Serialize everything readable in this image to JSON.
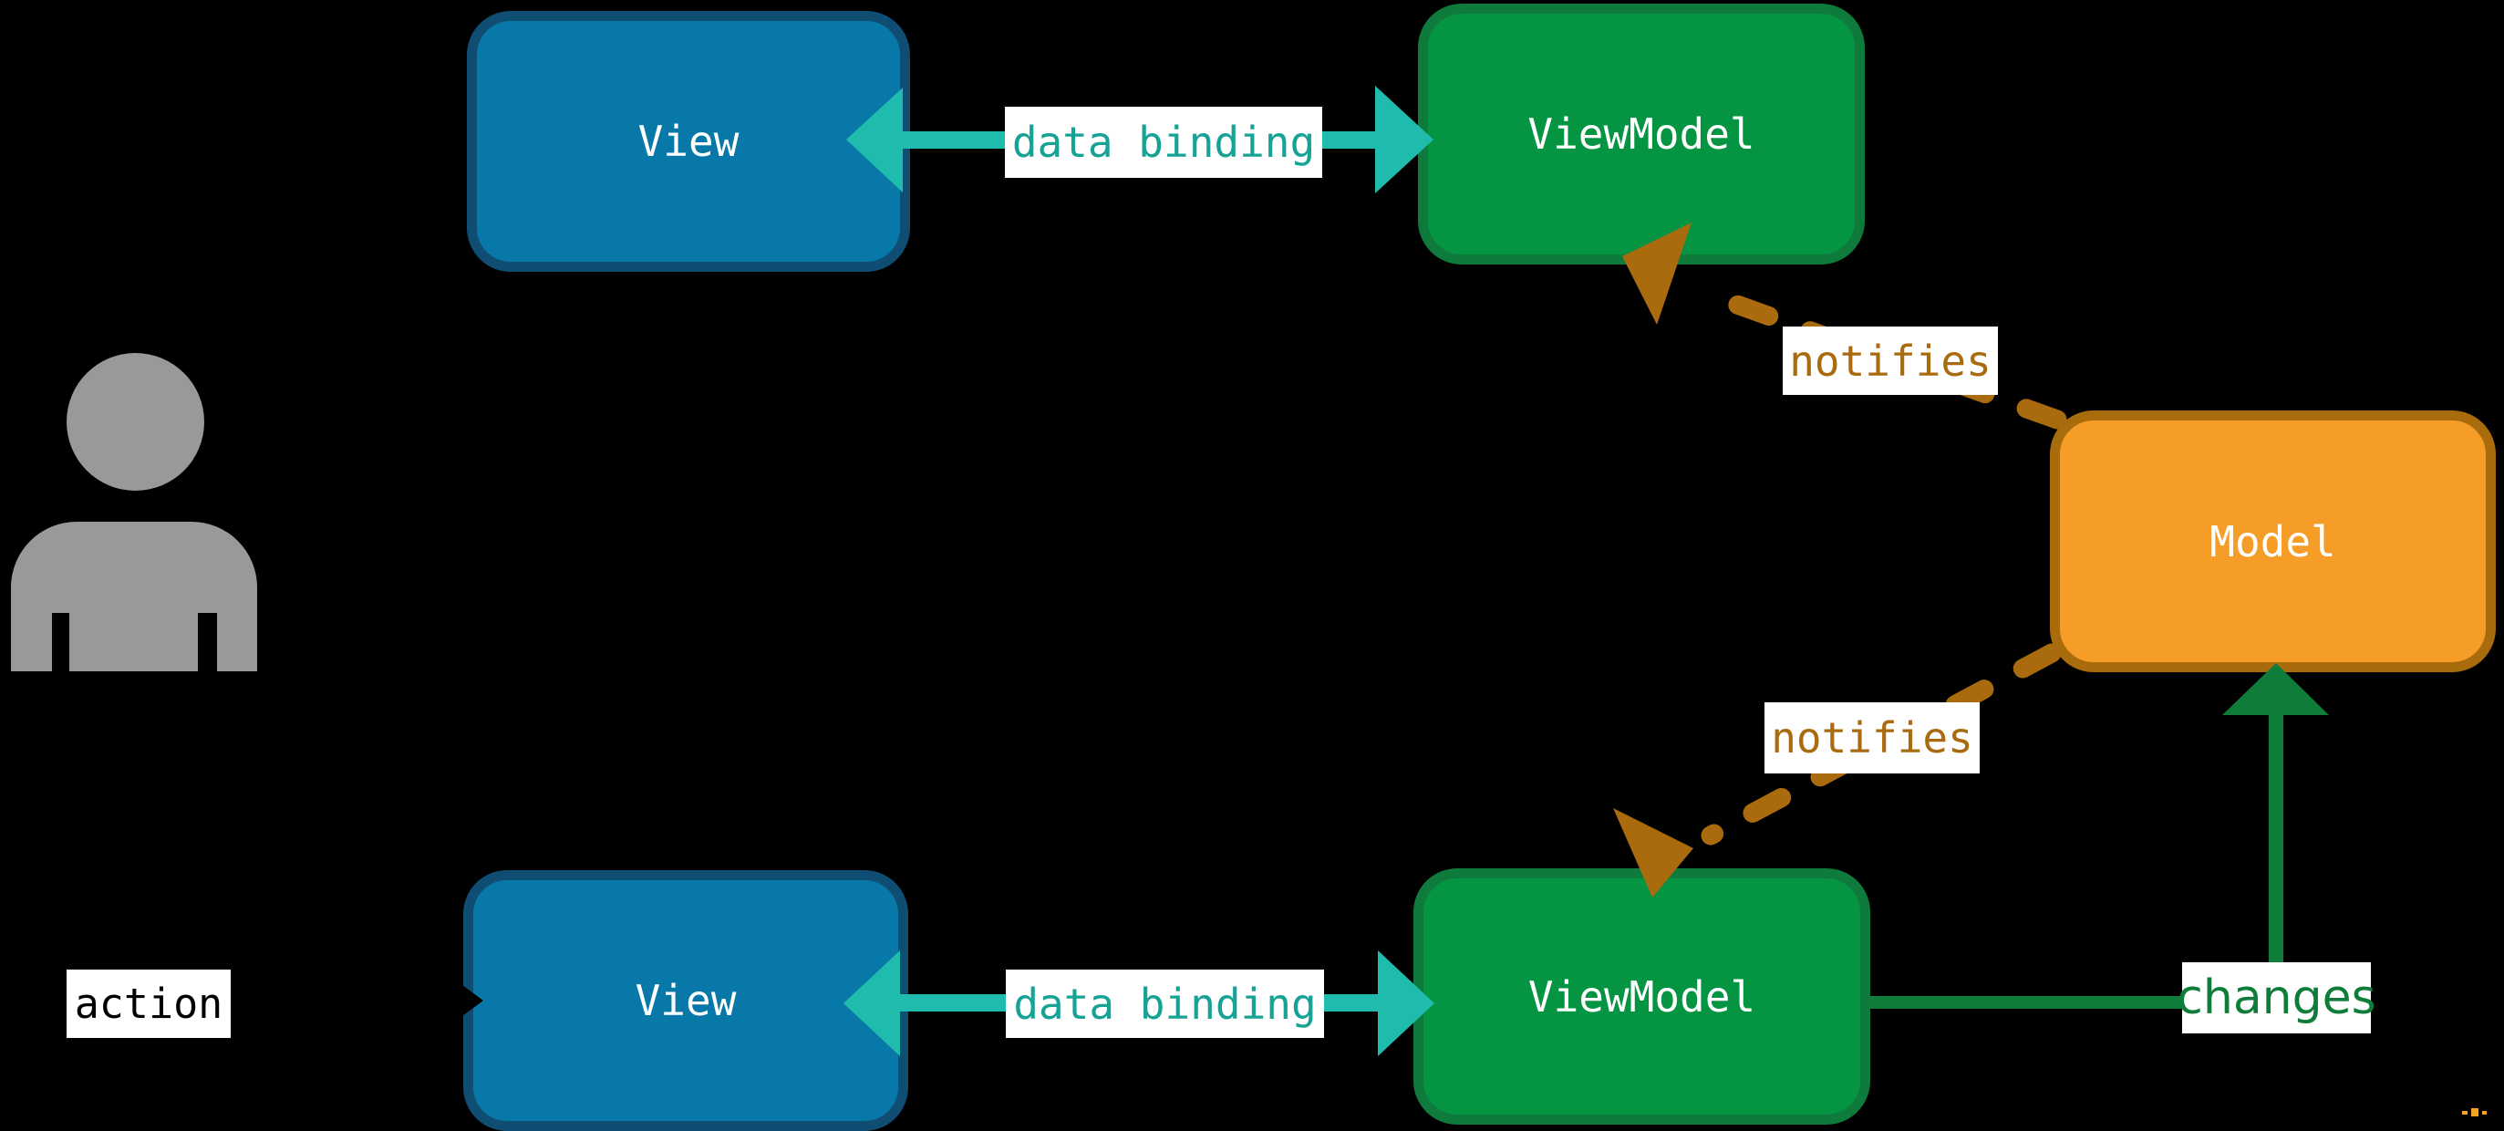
{
  "nodes": {
    "view_top": {
      "label": "View"
    },
    "viewmodel_top": {
      "label": "ViewModel"
    },
    "model": {
      "label": "Model"
    },
    "view_bottom": {
      "label": "View"
    },
    "viewmodel_bottom": {
      "label": "ViewModel"
    }
  },
  "edges": {
    "data_binding_top": {
      "label": "data binding"
    },
    "data_binding_bottom": {
      "label": "data binding"
    },
    "notifies_top": {
      "label": "notifies"
    },
    "notifies_bottom": {
      "label": "notifies"
    },
    "changes": {
      "label": "changes"
    },
    "action": {
      "label": "action"
    }
  },
  "icons": {
    "person": "person-icon"
  },
  "colors": {
    "background": "#000000",
    "view_fill": "#0878a8",
    "view_border": "#0f4d73",
    "viewmodel_fill": "#049442",
    "viewmodel_border": "#0e7b3c",
    "model_fill": "#f59d27",
    "model_border": "#a96c0d",
    "data_binding_arrow": "#1fbcae",
    "data_binding_text": "#16a295",
    "notifies": "#aa6b0e",
    "changes": "#0f7d39",
    "action_text": "#000000",
    "person": "#999999",
    "label_background": "#ffffff",
    "corner_mark": "#f5a322"
  }
}
